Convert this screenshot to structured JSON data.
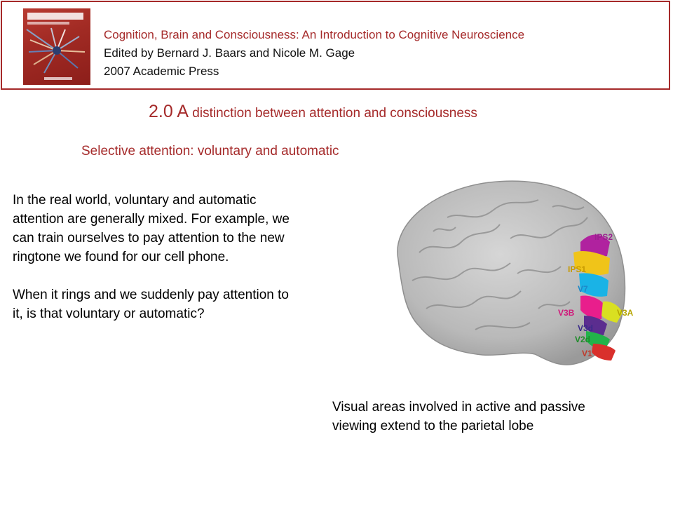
{
  "header": {
    "book_title": "Cognition, Brain and Consciousness: An Introduction to Cognitive Neuroscience",
    "editors": "Edited by Bernard J. Baars and Nicole M. Gage",
    "publisher": "2007 Academic Press",
    "cover_text": "Cognition, Brain and Consciousness"
  },
  "slide": {
    "heading_number": "2.0 A",
    "heading_rest": " distinction between attention and consciousness",
    "subheading": "Selective attention: voluntary and automatic"
  },
  "body": {
    "paragraph1": [
      "In the real world, voluntary and automatic",
      "attention are generally mixed. For example, we",
      "can train ourselves to pay attention to the new",
      "ringtone we found for our cell phone."
    ],
    "paragraph2": [
      "When it rings and we suddenly pay attention to",
      "it, is that voluntary or automatic?"
    ]
  },
  "figure": {
    "labels": [
      {
        "text": "IPS2",
        "color": "#9b1f8f"
      },
      {
        "text": "IPS1",
        "color": "#c79a00"
      },
      {
        "text": "V7",
        "color": "#1e88c8"
      },
      {
        "text": "V3B",
        "color": "#d0197a"
      },
      {
        "text": "V3A",
        "color": "#b5a500"
      },
      {
        "text": "V3d",
        "color": "#3a2a8a"
      },
      {
        "text": "V2d",
        "color": "#1f8c2a"
      },
      {
        "text": "V1",
        "color": "#c0392b"
      }
    ],
    "caption": [
      "Visual areas involved in active and passive",
      "viewing extend to the parietal lobe"
    ]
  }
}
